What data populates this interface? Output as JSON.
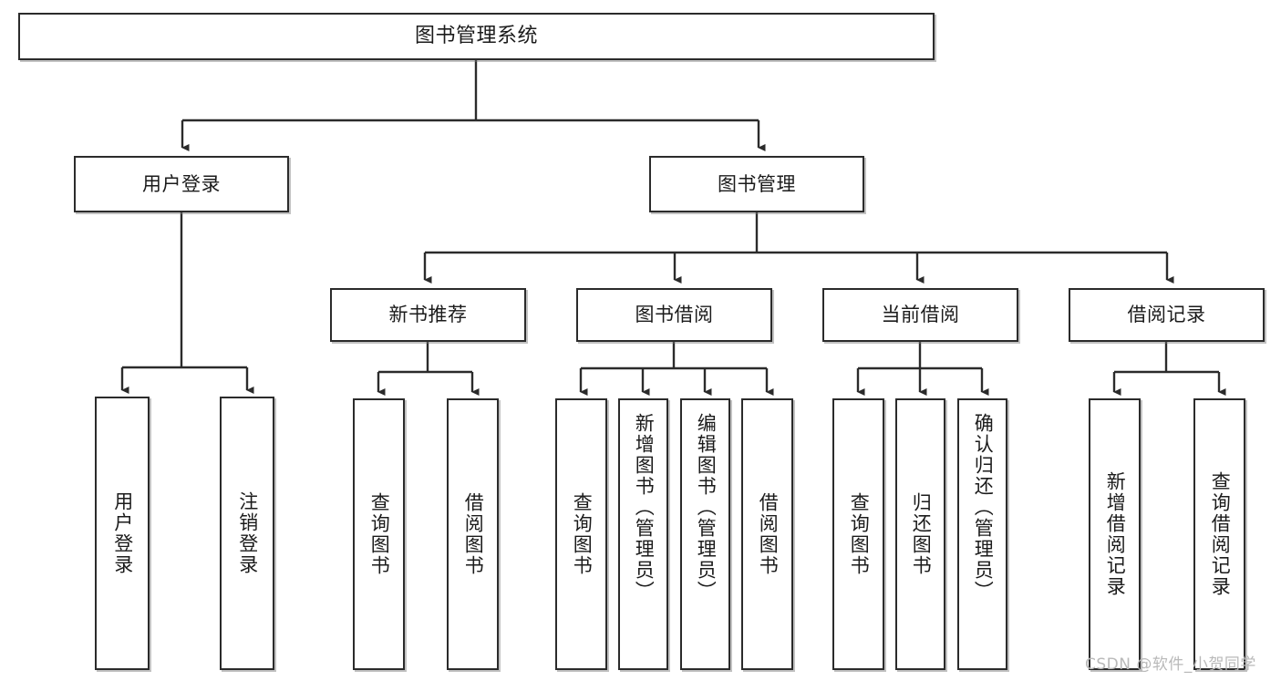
{
  "diagram": {
    "title": "图书管理系统",
    "type": "tree",
    "watermark": "CSDN @软件_小贺同学",
    "colors": {
      "box_border": "#2b2b2b",
      "box_fill": "#ffffff",
      "edge": "#2b2b2b",
      "watermark": "#b9b9b9",
      "background": "#ffffff"
    },
    "nodes": {
      "root": {
        "label": "图书管理系统"
      },
      "level1": [
        {
          "label": "用户登录"
        },
        {
          "label": "图书管理"
        }
      ],
      "level2": [
        {
          "label": "新书推荐"
        },
        {
          "label": "图书借阅"
        },
        {
          "label": "当前借阅"
        },
        {
          "label": "借阅记录"
        }
      ],
      "leaves": {
        "user_login": [
          {
            "label": "用户登录"
          },
          {
            "label": "注销登录"
          }
        ],
        "new_book_recommend": [
          {
            "label": "查询图书"
          },
          {
            "label": "借阅图书"
          }
        ],
        "book_borrow": [
          {
            "label": "查询图书"
          },
          {
            "label": "新增图书（管理员）"
          },
          {
            "label": "编辑图书（管理员）"
          },
          {
            "label": "借阅图书"
          }
        ],
        "current_borrow": [
          {
            "label": "查询图书"
          },
          {
            "label": "归还图书"
          },
          {
            "label": "确认归还（管理员）"
          }
        ],
        "borrow_record": [
          {
            "label": "新增借阅记录"
          },
          {
            "label": "查询借阅记录"
          }
        ]
      }
    }
  }
}
